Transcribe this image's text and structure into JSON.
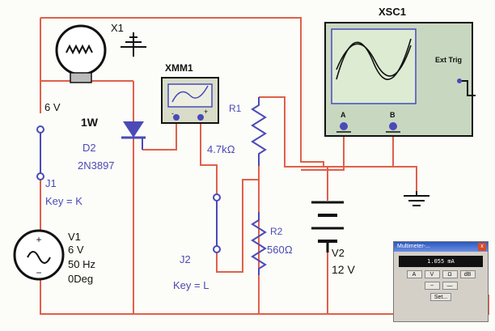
{
  "labels": {
    "lamp_ref": "X1",
    "lamp_voltage": "6 V",
    "lamp_power": "1W",
    "diode_ref": "D2",
    "diode_model": "2N3897",
    "switch1_ref": "J1",
    "switch1_key": "Key = K",
    "source_ref": "V1",
    "source_voltage": "6 V",
    "source_freq": "50 Hz",
    "source_phase": "0Deg",
    "multimeter_ref": "XMM1",
    "r1_ref": "R1",
    "r1_value": "4.7kΩ",
    "r2_ref": "R2",
    "r2_value": "560Ω",
    "switch2_ref": "J2",
    "switch2_key": "Key = L",
    "battery_ref": "V2",
    "battery_voltage": "12 V",
    "scope_ref": "XSC1",
    "scope_ext_trig": "Ext Trig",
    "scope_a": "A",
    "scope_b": "B",
    "mm_plus": "+",
    "mm_minus": "-"
  },
  "multimeter_window": {
    "title": "Multimeter-...",
    "close": "x",
    "display": "1.055 mA",
    "buttons_row1": [
      "A",
      "V",
      "Ω",
      "dB"
    ],
    "buttons_row2": [
      "~",
      "—"
    ],
    "set_label": "Set..."
  },
  "colors": {
    "wire": "#e0604a",
    "component": "#4a4ab8",
    "scope_screen": "#dcebd2",
    "panel": "#d4d0c8"
  }
}
